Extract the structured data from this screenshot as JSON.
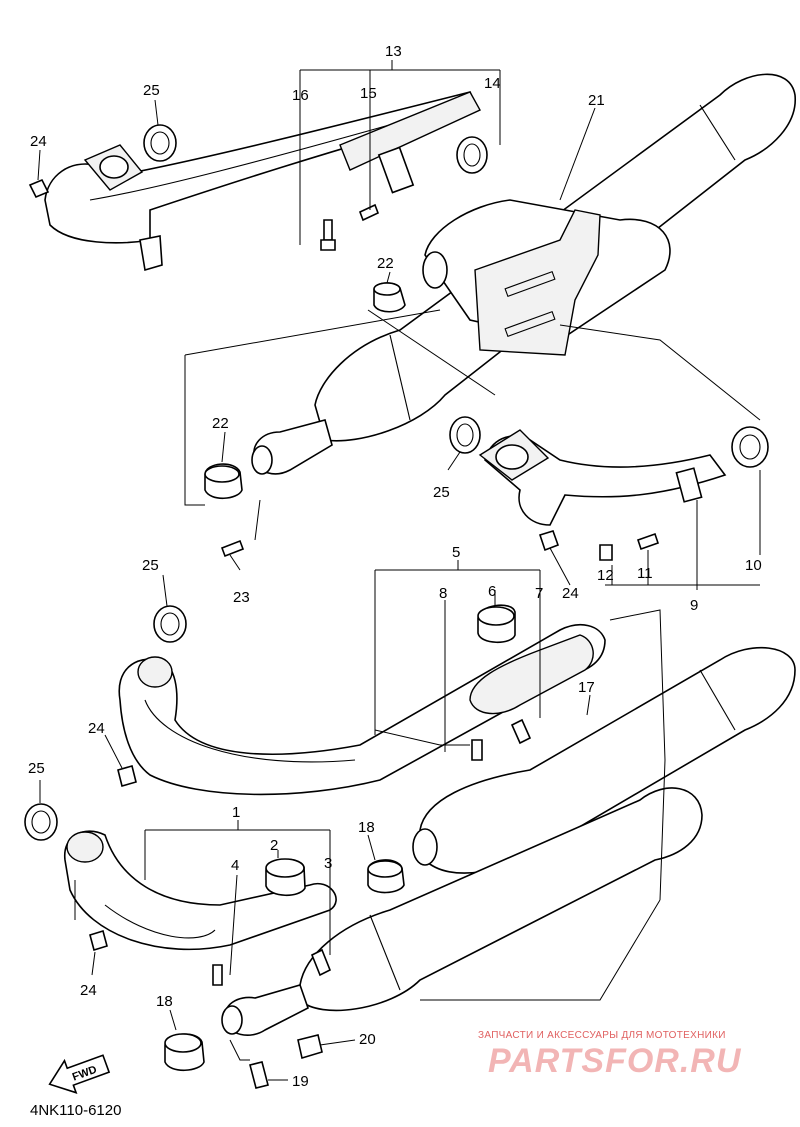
{
  "diagram": {
    "callouts": [
      {
        "id": "13",
        "label": "13"
      },
      {
        "id": "16",
        "label": "16"
      },
      {
        "id": "15",
        "label": "15"
      },
      {
        "id": "14",
        "label": "14"
      },
      {
        "id": "25a",
        "label": "25"
      },
      {
        "id": "24a",
        "label": "24"
      },
      {
        "id": "21",
        "label": "21"
      },
      {
        "id": "22a",
        "label": "22"
      },
      {
        "id": "22b",
        "label": "22"
      },
      {
        "id": "25b",
        "label": "25"
      },
      {
        "id": "23",
        "label": "23"
      },
      {
        "id": "24b",
        "label": "24"
      },
      {
        "id": "12",
        "label": "12"
      },
      {
        "id": "11",
        "label": "11"
      },
      {
        "id": "10",
        "label": "10"
      },
      {
        "id": "9",
        "label": "9"
      },
      {
        "id": "5",
        "label": "5"
      },
      {
        "id": "6",
        "label": "6"
      },
      {
        "id": "8",
        "label": "8"
      },
      {
        "id": "7",
        "label": "7"
      },
      {
        "id": "25c",
        "label": "25"
      },
      {
        "id": "24c",
        "label": "24"
      },
      {
        "id": "17",
        "label": "17"
      },
      {
        "id": "25d",
        "label": "25"
      },
      {
        "id": "1",
        "label": "1"
      },
      {
        "id": "2",
        "label": "2"
      },
      {
        "id": "4",
        "label": "4"
      },
      {
        "id": "3",
        "label": "3"
      },
      {
        "id": "18a",
        "label": "18"
      },
      {
        "id": "24d",
        "label": "24"
      },
      {
        "id": "18b",
        "label": "18"
      },
      {
        "id": "20",
        "label": "20"
      },
      {
        "id": "19",
        "label": "19"
      }
    ],
    "fwd_label": "FWD",
    "diagram_code": "4NK110-6120"
  },
  "watermark": {
    "tagline": "ЗАПЧАСТИ И АКСЕССУАРЫ ДЛЯ МОТОТЕХНИКИ",
    "brand": "PARTSFOR.RU"
  }
}
